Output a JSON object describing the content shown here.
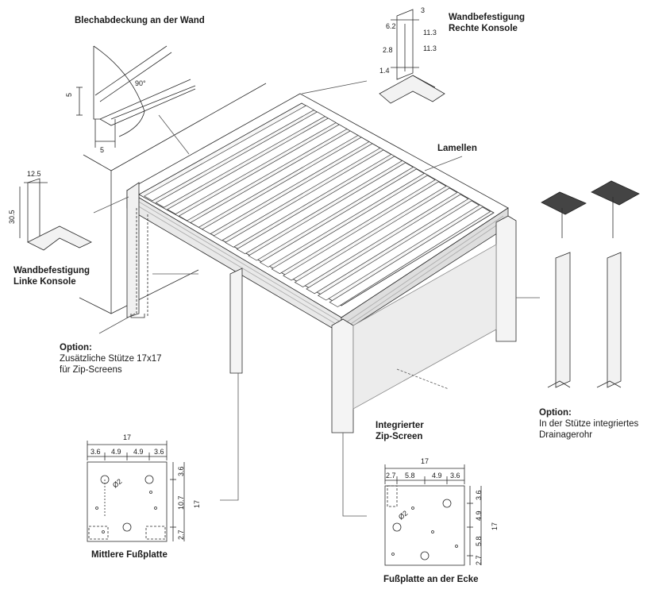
{
  "labels": {
    "wall_flashing": "Blechabdeckung an der Wand",
    "right_bracket_1": "Wandbefestigung",
    "right_bracket_2": "Rechte Konsole",
    "louvres": "Lamellen",
    "left_bracket_1": "Wandbefestigung",
    "left_bracket_2": "Linke Konsole",
    "option_post_1": "Option:",
    "option_post_2": "Zusätzliche Stütze 17x17",
    "option_post_3": "für Zip-Screens",
    "zip_1": "Integrierter",
    "zip_2": "Zip-Screen",
    "option_drain_1": "Option:",
    "option_drain_2": "In der Stütze integriertes",
    "option_drain_3": "Drainagerohr",
    "mid_plate": "Mittlere Fußplatte",
    "corner_plate": "Fußplatte an der Ecke"
  },
  "dims": {
    "flashing_h": "5",
    "flashing_w": "5",
    "flashing_angle": "90°",
    "rb_62": "6.2",
    "rb_3": "3",
    "rb_113a": "11.3",
    "rb_113b": "11.3",
    "rb_28": "2.8",
    "rb_14": "1.4",
    "lb_125": "12.5",
    "lb_305": "30.5",
    "mp_17": "17",
    "mp_36a": "3.6",
    "mp_49a": "4.9",
    "mp_49b": "4.9",
    "mp_36b": "3.6",
    "mp_r36": "3.6",
    "mp_r107": "10.7",
    "mp_r27": "2.7",
    "mp_side17": "17",
    "mp_dia": "Ø2",
    "cp_17": "17",
    "cp_27": "2.7",
    "cp_58": "5.8",
    "cp_49": "4.9",
    "cp_36": "3.6",
    "cp_r36": "3.6",
    "cp_r49": "4.9",
    "cp_r58": "5.8",
    "cp_r27": "2.7",
    "cp_side17": "17",
    "cp_dia": "Ø2"
  },
  "louvre_count": 17
}
